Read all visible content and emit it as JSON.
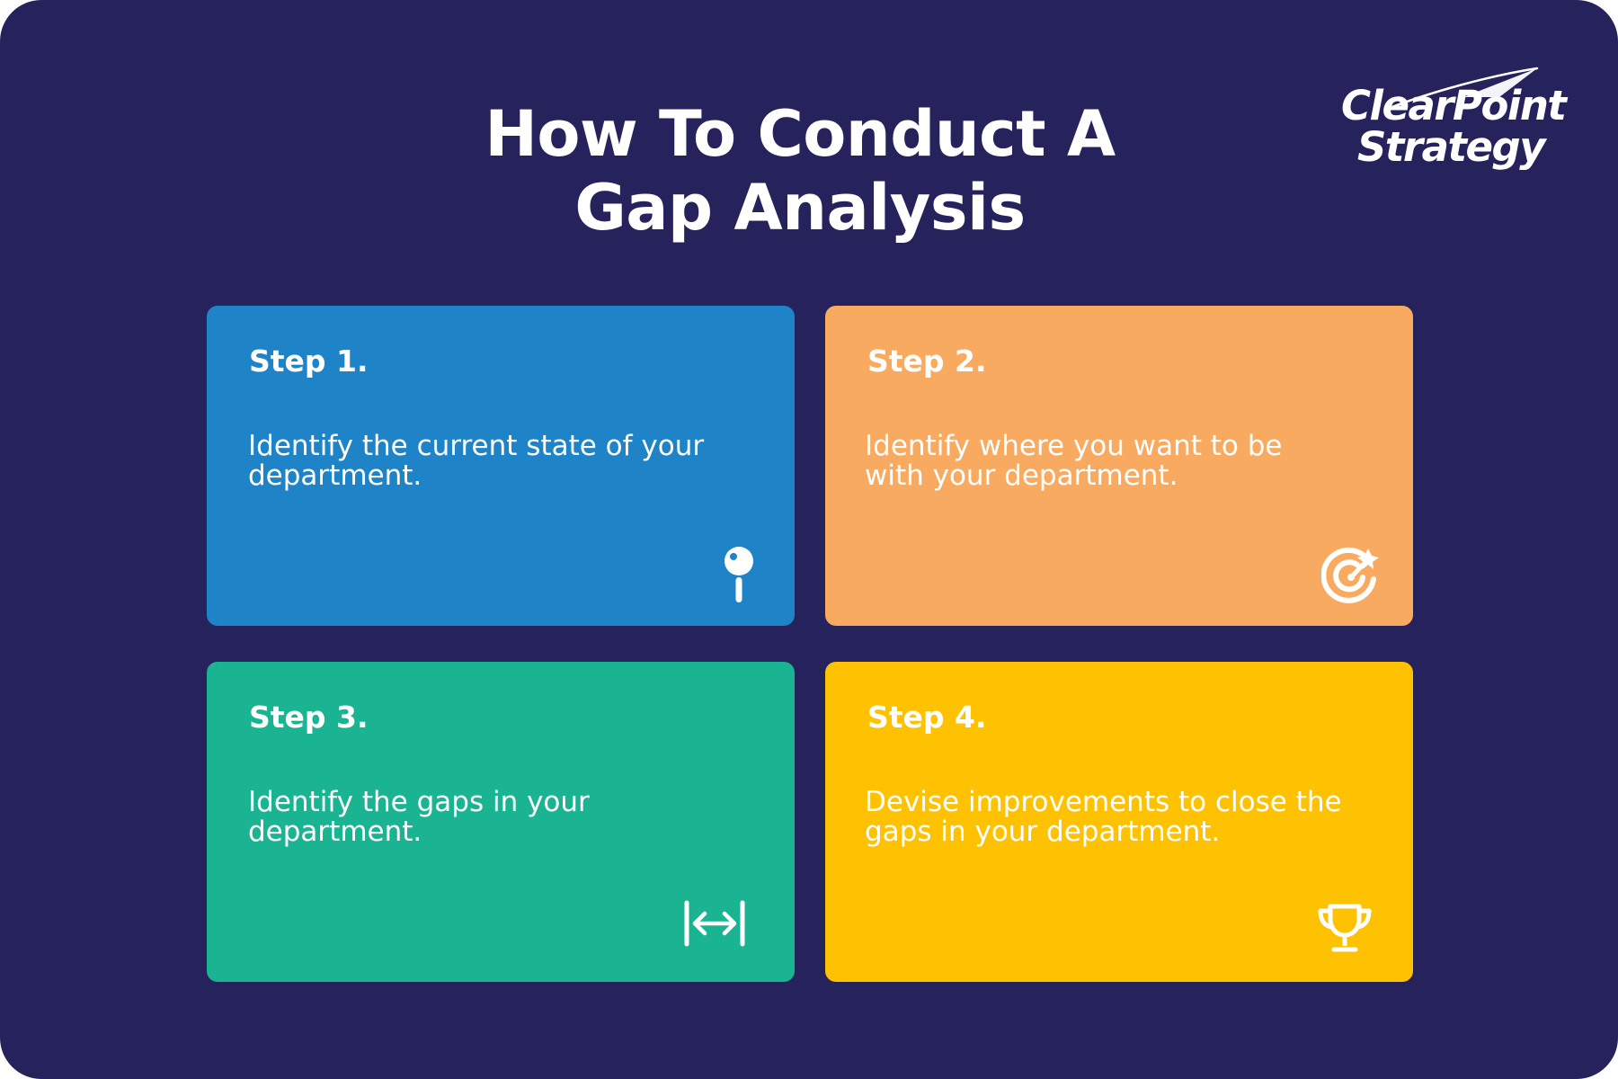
{
  "page": {
    "title_line_1": "How To Conduct A",
    "title_line_2": "Gap Analysis",
    "background_color": "#26235c"
  },
  "logo": {
    "line_1": "ClearPoint",
    "line_2": "Strategy"
  },
  "steps": [
    {
      "label": "Step 1.",
      "text": "Identify the current state of your department.",
      "color": "#1f83c8",
      "icon": "map-pin-icon"
    },
    {
      "label": "Step 2.",
      "text": "Identify where you want to be with your department.",
      "color": "#f8ab60",
      "icon": "target-icon"
    },
    {
      "label": "Step 3.",
      "text": "Identify the gaps in your department.",
      "color": "#1bb493",
      "icon": "gap-arrows-icon"
    },
    {
      "label": "Step 4.",
      "text": "Devise improvements to close the gaps in your department.",
      "color": "#fec202",
      "icon": "trophy-icon"
    }
  ]
}
